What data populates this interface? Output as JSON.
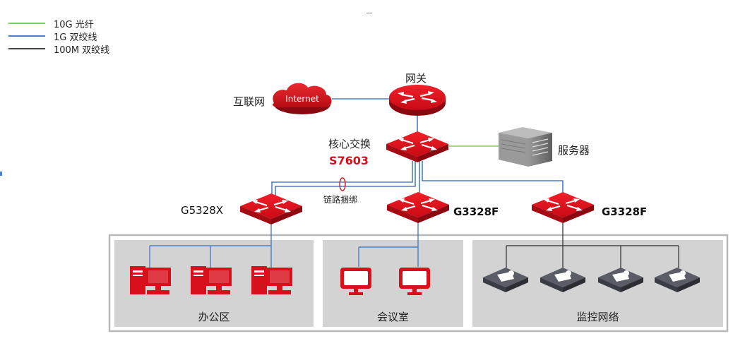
{
  "legend": [
    {
      "label": "10G 光纤",
      "color": "#7ccd5a"
    },
    {
      "label": "1G 双绞线",
      "color": "#4a7ec8"
    },
    {
      "label": "100M 双绞线",
      "color": "#444444"
    }
  ],
  "nodes": {
    "internet": {
      "cloud_text": "Internet",
      "label": "互联网"
    },
    "gateway": {
      "label": "网关"
    },
    "core": {
      "label": "核心交换",
      "model": "S7603"
    },
    "server": {
      "label": "服务器"
    },
    "link_aggregation": {
      "label": "链路捆绑"
    },
    "access_left": {
      "model": "G5328X"
    },
    "access_mid": {
      "model": "G3328F"
    },
    "access_right": {
      "model": "G3328F"
    }
  },
  "zones": [
    {
      "label": "办公区",
      "device": "desktop-pc",
      "count": 3
    },
    {
      "label": "会议室",
      "device": "monitor",
      "count": 2
    },
    {
      "label": "监控网络",
      "device": "camera-node",
      "count": 4
    }
  ],
  "colors": {
    "device_red": "#d8101c",
    "fiber": "#7ccd5a",
    "copper_1g": "#4a7ec8",
    "copper_100m": "#444444",
    "zone_bg": "#d3d3d3",
    "container_border": "#b8b8b8"
  }
}
